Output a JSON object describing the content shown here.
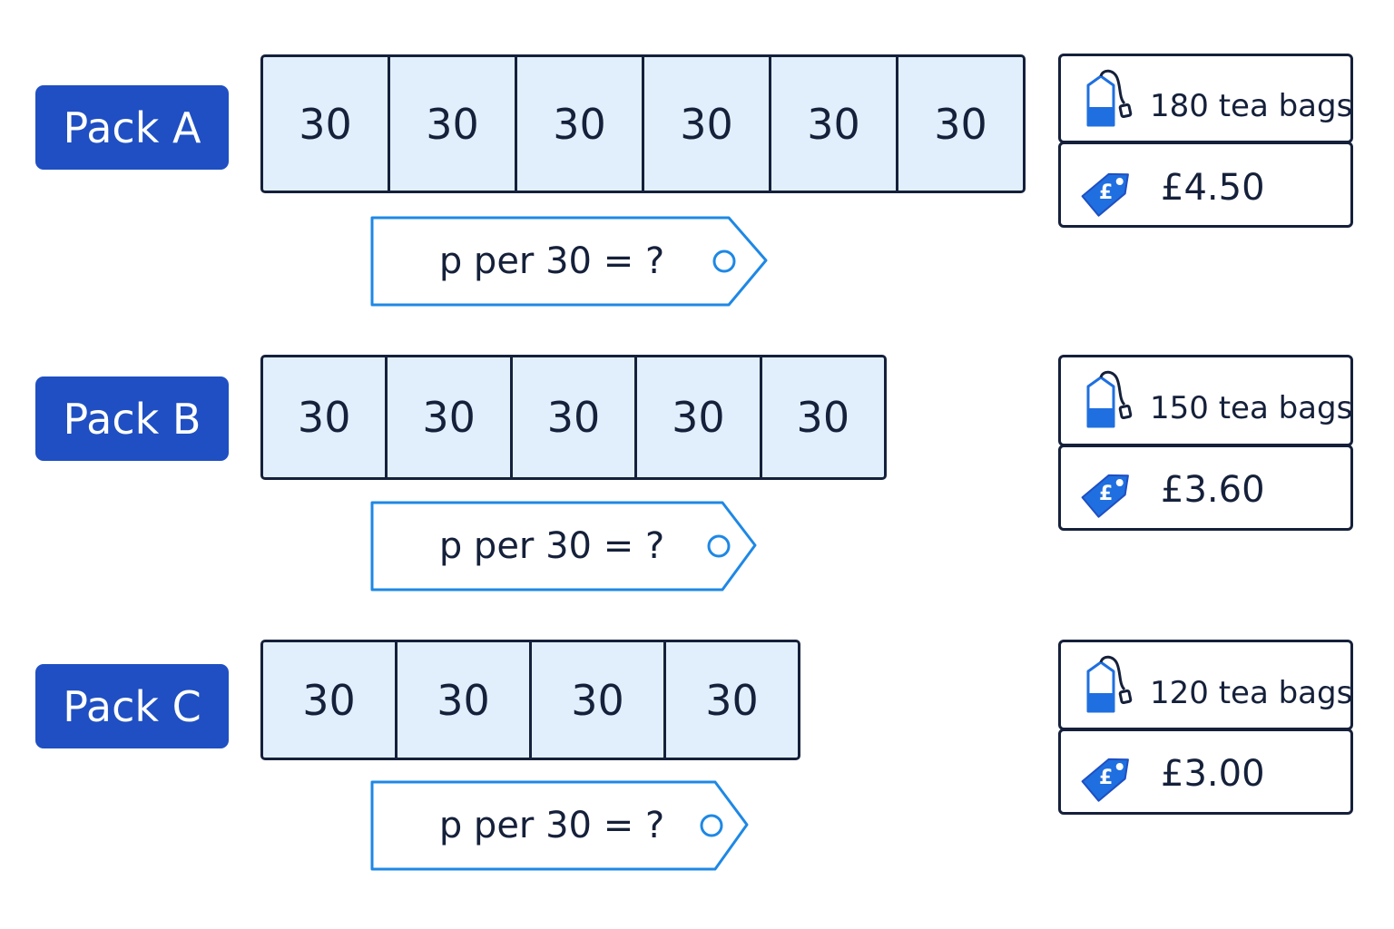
{
  "colors": {
    "label_bg": "#1f4fc2",
    "cell_fill": "#e1effc",
    "outline": "#15203a",
    "tag_outline": "#1e88e5",
    "icon_blue": "#1f6fe0"
  },
  "packs": [
    {
      "label": "Pack A",
      "cells": [
        "30",
        "30",
        "30",
        "30",
        "30",
        "30"
      ],
      "tag_text": "p per 30 = ?",
      "bags_text": "180 tea bags",
      "price_text": "£4.50",
      "bags_icon": "tea-bag-icon",
      "price_icon": "price-tag-pound-icon"
    },
    {
      "label": "Pack B",
      "cells": [
        "30",
        "30",
        "30",
        "30",
        "30"
      ],
      "tag_text": "p per 30 = ?",
      "bags_text": "150 tea bags",
      "price_text": "£3.60",
      "bags_icon": "tea-bag-icon",
      "price_icon": "price-tag-pound-icon"
    },
    {
      "label": "Pack C",
      "cells": [
        "30",
        "30",
        "30",
        "30"
      ],
      "tag_text": "p per 30 = ?",
      "bags_text": "120 tea bags",
      "price_text": "£3.00",
      "bags_icon": "tea-bag-icon",
      "price_icon": "price-tag-pound-icon"
    }
  ]
}
